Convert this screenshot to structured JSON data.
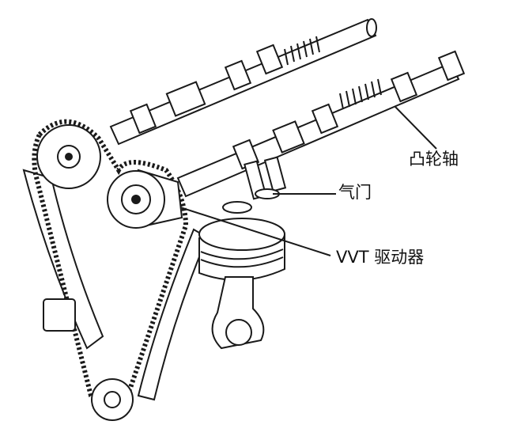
{
  "labels": {
    "camshaft": "凸轮轴",
    "valve": "气门",
    "vvt_actuator": "VVT 驱动器"
  }
}
